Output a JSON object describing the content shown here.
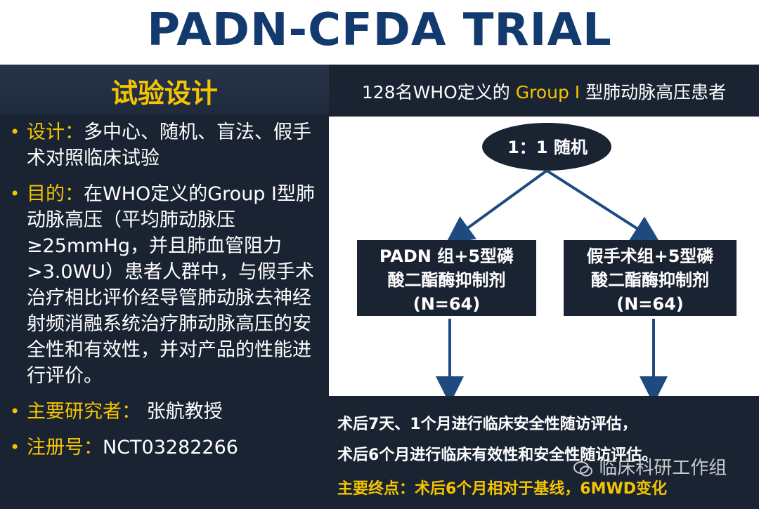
{
  "title": "PADN-CFDA TRIAL",
  "left": {
    "heading": "试验设计",
    "design_key": "设计：",
    "design_text": "多中心、随机、盲法、假手术对照临床试验",
    "purpose_key": "目的：",
    "purpose_text": "在WHO定义的Group I型肺动脉高压（平均肺动脉压≥25mmHg，并且肺血管阻力>3.0WU）患者人群中，与假手术治疗相比评价经导管肺动脉去神经射频消融系统治疗肺动脉高压的安全性和有效性，并对产品的性能进行评价。",
    "investigator_key": "主要研究者：",
    "investigator_text": "张航教授",
    "registration_key": "注册号：",
    "registration_text": "NCT03282266"
  },
  "right": {
    "header_part1": "128名WHO定义的 ",
    "header_highlight": "Group I",
    "header_part2": " 型肺动脉高压患者",
    "randomization": "1：1 随机",
    "group_a_line1": "PADN 组+5型磷",
    "group_a_line2": "酸二酯酶抑制剂",
    "group_a_line3": "(N=64)",
    "group_b_line1": "假手术组+5型磷",
    "group_b_line2": "酸二酯酶抑制剂",
    "group_b_line3": "(N=64)",
    "followup_line1": "术后7天、1个月进行临床安全性随访评估，",
    "followup_line2": "术后6个月进行临床有效性和安全性随访评估。",
    "endpoint": "主要终点：术后6个月相对于基线，6MWD变化"
  },
  "watermark": "临床科研工作组",
  "colors": {
    "navy": "#1a2332",
    "title_blue": "#123a6e",
    "accent_yellow": "#f5c400",
    "arrow_blue": "#1f4a80"
  }
}
